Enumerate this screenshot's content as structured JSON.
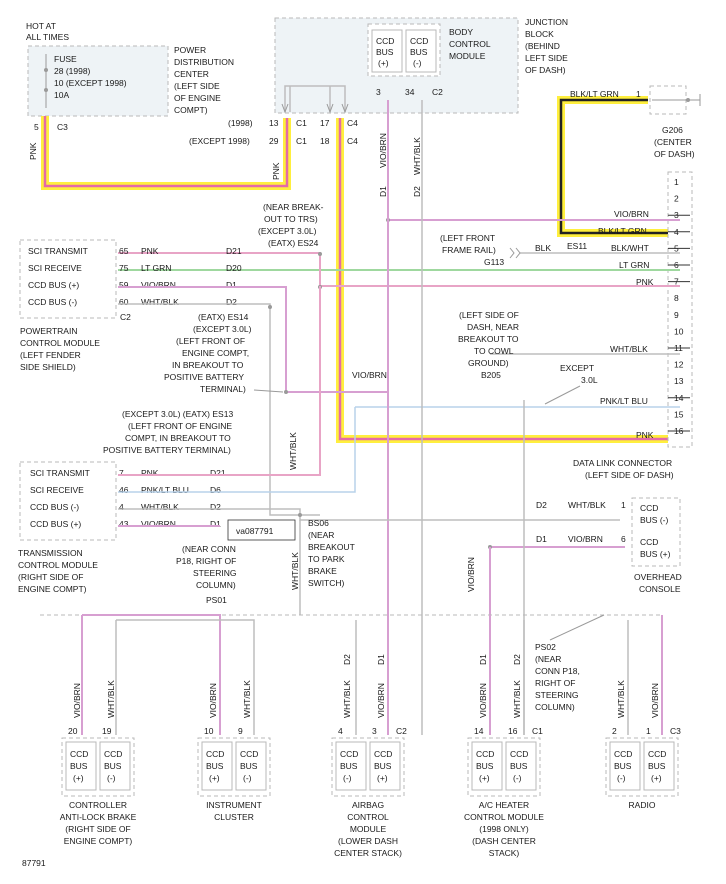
{
  "diagram_id": "87791",
  "ref_box": "va087791",
  "top": {
    "hot": [
      "HOT AT",
      "ALL TIMES"
    ],
    "fuse": [
      "FUSE",
      "28 (1998)",
      "10 (EXCEPT 1998)",
      "10A"
    ],
    "pdc": [
      "POWER",
      "DISTRIBUTION",
      "CENTER",
      "(LEFT SIDE",
      "OF ENGINE",
      "COMPT)"
    ],
    "bcm": [
      "BODY",
      "CONTROL",
      "MODULE"
    ],
    "junction": [
      "JUNCTION",
      "BLOCK",
      "(BEHIND",
      "LEFT SIDE",
      "OF DASH)"
    ],
    "bcm_ccd_plus": [
      "CCD",
      "BUS",
      "(+)"
    ],
    "bcm_ccd_minus": [
      "CCD",
      "BUS",
      "(-)"
    ],
    "pins": {
      "p3": "3",
      "p34": "34",
      "c2": "C2",
      "p5": "5",
      "c3": "C3"
    },
    "jb_rows": [
      {
        "label": "(1998)",
        "pin": "13",
        "conn": "C1",
        "pin2": "17",
        "conn2": "C4"
      },
      {
        "label": "(EXCEPT 1998)",
        "pin": "29",
        "conn": "C1",
        "pin2": "18",
        "conn2": "C4"
      }
    ],
    "pnk": "PNK",
    "vio_brn": "VIO/BRN",
    "wht_blk": "WHT/BLK",
    "d1": "D1",
    "d2": "D2"
  },
  "ground": {
    "wire": "BLK/LT GRN",
    "pin": "1",
    "name": [
      "G206",
      "(CENTER",
      "OF DASH)"
    ]
  },
  "dlc": {
    "pins": [
      "1",
      "2",
      "3",
      "4",
      "5",
      "6",
      "7",
      "8",
      "9",
      "10",
      "11",
      "12",
      "13",
      "14",
      "15",
      "16"
    ],
    "wires": {
      "3": "VIO/BRN",
      "4": "BLK/LT GRN",
      "5": "BLK/WHT",
      "6": "LT GRN",
      "7": "PNK",
      "11": "WHT/BLK",
      "14": "PNK/LT BLU",
      "16": "PNK"
    },
    "title": [
      "DATA LINK CONNECTOR",
      "(LEFT SIDE OF DASH)"
    ],
    "g113": [
      "(LEFT FRONT",
      "FRAME RAIL)",
      "G113"
    ],
    "blk": "BLK",
    "es11": "ES11",
    "except30": [
      "EXCEPT",
      "3.0L"
    ],
    "b205": [
      "(LEFT SIDE OF",
      "DASH, NEAR",
      "BREAKOUT TO",
      "TO COWL",
      "GROUND)",
      "B205"
    ]
  },
  "pcm": {
    "rows": [
      {
        "label": "SCI TRANSMIT",
        "pin": "65",
        "wire": "PNK",
        "circuit": "D21"
      },
      {
        "label": "SCI RECEIVE",
        "pin": "75",
        "wire": "LT GRN",
        "circuit": "D20"
      },
      {
        "label": "CCD BUS (+)",
        "pin": "59",
        "wire": "VIO/BRN",
        "circuit": "D1"
      },
      {
        "label": "CCD BUS (-)",
        "pin": "60",
        "wire": "WHT/BLK",
        "circuit": "D2"
      }
    ],
    "conn": "C2",
    "name": [
      "POWERTRAIN",
      "CONTROL MODULE",
      "(LEFT FENDER",
      "SIDE SHIELD)"
    ],
    "es24": [
      "(NEAR BREAK-",
      "OUT TO TRS)",
      "(EXCEPT 3.0L)",
      "(EATX) ES24"
    ],
    "es14": [
      "(EATX) ES14",
      "(EXCEPT 3.0L)",
      "(LEFT FRONT OF",
      "ENGINE COMPT,",
      "IN BREAKOUT TO",
      "POSITIVE BATTERY",
      "TERMINAL)"
    ]
  },
  "tcm": {
    "rows": [
      {
        "label": "SCI TRANSMIT",
        "pin": "7",
        "wire": "PNK",
        "circuit": "D21"
      },
      {
        "label": "SCI RECEIVE",
        "pin": "46",
        "wire": "PNK/LT BLU",
        "circuit": "D6"
      },
      {
        "label": "CCD BUS (-)",
        "pin": "4",
        "wire": "WHT/BLK",
        "circuit": "D2"
      },
      {
        "label": "CCD BUS (+)",
        "pin": "43",
        "wire": "VIO/BRN",
        "circuit": "D1"
      }
    ],
    "name": [
      "TRANSMISSION",
      "CONTROL MODULE",
      "(RIGHT SIDE OF",
      "ENGINE COMPT)"
    ],
    "es13": [
      "(EXCEPT 3.0L) (EATX) ES13",
      "(LEFT FRONT OF ENGINE",
      "COMPT, IN BREAKOUT TO",
      "POSITIVE BATTERY TERMINAL)"
    ],
    "bs06": [
      "BS06",
      "(NEAR",
      "BREAKOUT",
      "TO PARK",
      "BRAKE",
      "SWITCH)"
    ],
    "ps01": [
      "(NEAR CONN",
      "P18, RIGHT OF",
      "STEERING",
      "COLUMN)",
      "PS01"
    ]
  },
  "overhead": {
    "rows": [
      {
        "label": [
          "CCD",
          "BUS (-)"
        ],
        "pin": "1",
        "wire": "WHT/BLK",
        "circuit": "D2"
      },
      {
        "label": [
          "CCD",
          "BUS (+)"
        ],
        "pin": "6",
        "wire": "VIO/BRN",
        "circuit": "D1"
      }
    ],
    "name": [
      "OVERHEAD",
      "CONSOLE"
    ]
  },
  "ps02": [
    "PS02",
    "(NEAR",
    "CONN P18,",
    "RIGHT OF",
    "STEERING",
    "COLUMN)"
  ],
  "bottom_modules": [
    {
      "name": [
        "CONTROLLER",
        "ANTI-LOCK BRAKE",
        "(RIGHT SIDE OF",
        "ENGINE COMPT)"
      ],
      "pins": [
        "20",
        "19"
      ],
      "conn": "",
      "wires": [
        "VIO/BRN",
        "WHT/BLK"
      ],
      "circuits": [
        "",
        ""
      ],
      "terms": [
        [
          "CCD",
          "BUS",
          "(+)"
        ],
        [
          "CCD",
          "BUS",
          "(-)"
        ]
      ]
    },
    {
      "name": [
        "INSTRUMENT",
        "CLUSTER"
      ],
      "pins": [
        "10",
        "9"
      ],
      "conn": "",
      "wires": [
        "VIO/BRN",
        "WHT/BLK"
      ],
      "circuits": [
        "",
        ""
      ],
      "terms": [
        [
          "CCD",
          "BUS",
          "(+)"
        ],
        [
          "CCD",
          "BUS",
          "(-)"
        ]
      ]
    },
    {
      "name": [
        "AIRBAG",
        "CONTROL",
        "MODULE",
        "(LOWER DASH",
        "CENTER STACK)"
      ],
      "pins": [
        "4",
        "3"
      ],
      "conn": "C2",
      "wires": [
        "WHT/BLK",
        "VIO/BRN"
      ],
      "circuits": [
        "D2",
        "D1"
      ],
      "terms": [
        [
          "CCD",
          "BUS",
          "(-)"
        ],
        [
          "CCD",
          "BUS",
          "(+)"
        ]
      ]
    },
    {
      "name": [
        "A/C HEATER",
        "CONTROL MODULE",
        "(1998 ONLY)",
        "(DASH CENTER",
        "STACK)"
      ],
      "pins": [
        "14",
        "16"
      ],
      "conn": "C1",
      "wires": [
        "VIO/BRN",
        "WHT/BLK"
      ],
      "circuits": [
        "D1",
        "D2"
      ],
      "terms": [
        [
          "CCD",
          "BUS",
          "(+)"
        ],
        [
          "CCD",
          "BUS",
          "(-)"
        ]
      ]
    },
    {
      "name": [
        "RADIO"
      ],
      "pins": [
        "2",
        "1"
      ],
      "conn": "C3",
      "wires": [
        "WHT/BLK",
        "VIO/BRN"
      ],
      "circuits": [
        "",
        ""
      ],
      "terms": [
        [
          "CCD",
          "BUS",
          "(-)"
        ],
        [
          "CCD",
          "BUS",
          "(+)"
        ]
      ]
    }
  ],
  "colors": {
    "pnk": "#e8a4c6",
    "highlight": "#ffef3d",
    "grn": "#9fd89f",
    "vio": "#d79fd1"
  }
}
